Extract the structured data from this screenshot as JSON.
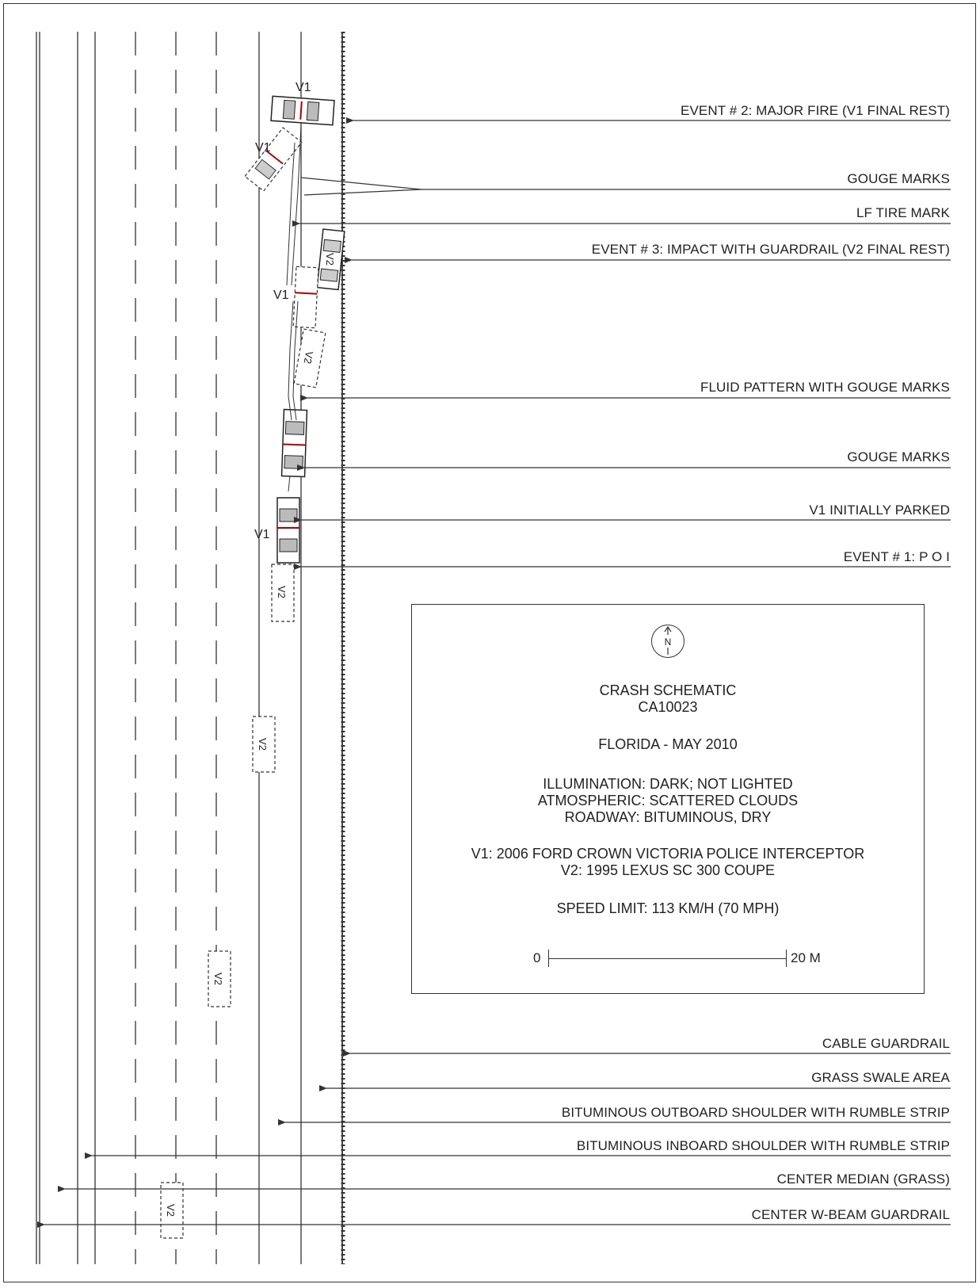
{
  "callouts": {
    "event2": "EVENT # 2:  MAJOR FIRE  (V1 FINAL REST)",
    "gouge_marks_top": "GOUGE MARKS",
    "lf_tire_mark": "LF TIRE MARK",
    "event3": "EVENT # 3:  IMPACT WITH GUARDRAIL  (V2 FINAL REST)",
    "fluid_pattern": "FLUID PATTERN WITH GOUGE MARKS",
    "gouge_marks_mid": "GOUGE MARKS",
    "v1_parked": "V1 INITIALLY PARKED",
    "event1": "EVENT # 1:  P O I",
    "cable_guardrail": "CABLE GUARDRAIL",
    "grass_swale": "GRASS SWALE AREA",
    "outboard_shoulder": "BITUMINOUS OUTBOARD SHOULDER WITH RUMBLE STRIP",
    "inboard_shoulder": "BITUMINOUS INBOARD SHOULDER WITH RUMBLE STRIP",
    "center_median": "CENTER MEDIAN (GRASS)",
    "center_guardrail": "CENTER W-BEAM GUARDRAIL"
  },
  "vehicle_labels": {
    "v1": "V1",
    "v2": "V2"
  },
  "info_box": {
    "compass": "N",
    "title": "CRASH SCHEMATIC",
    "case_id": "CA10023",
    "location_date": "FLORIDA - MAY 2010",
    "illumination": "ILLUMINATION:  DARK;  NOT LIGHTED",
    "atmospheric": "ATMOSPHERIC:  SCATTERED CLOUDS",
    "roadway": "ROADWAY:  BITUMINOUS, DRY",
    "v1_desc": "V1:  2006 FORD CROWN VICTORIA POLICE INTERCEPTOR",
    "v2_desc": "V2:  1995 LEXUS SC 300 COUPE",
    "speed_limit": "SPEED LIMIT:  113 KM/H  (70 MPH)",
    "scale_start": "0",
    "scale_end": "20 M"
  }
}
